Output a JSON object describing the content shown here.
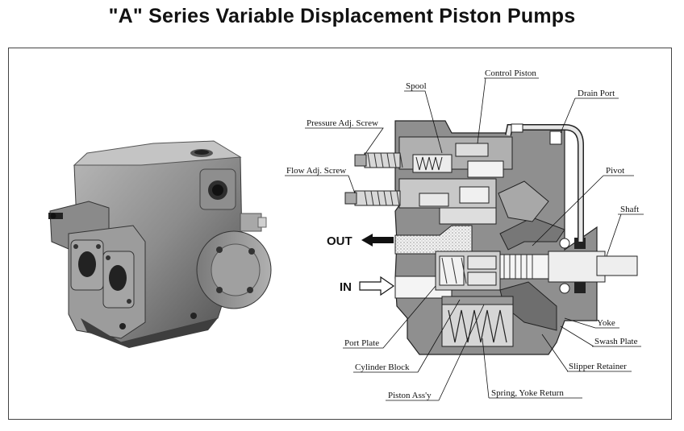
{
  "title": "\"A\" Series Variable Displacement Piston Pumps",
  "flow_labels": {
    "out": "OUT",
    "in": "IN"
  },
  "labels": {
    "spool": "Spool",
    "control_piston": "Control Piston",
    "drain_port": "Drain Port",
    "pressure_adj_screw": "Pressure Adj. Screw",
    "flow_adj_screw": "Flow Adj. Screw",
    "pivot": "Pivot",
    "shaft": "Shaft",
    "yoke": "Yoke",
    "swash_plate": "Swash Plate",
    "slipper_retainer": "Slipper Retainer",
    "port_plate": "Port Plate",
    "cylinder_block": "Cylinder Block",
    "piston_assy": "Piston Ass'y",
    "spring_yoke_return": "Spring, Yoke Return"
  },
  "colors": {
    "body_gray": "#9a9a9a",
    "dark": "#2a2a2a",
    "light": "#e6e6e6",
    "frame": "#444444"
  }
}
